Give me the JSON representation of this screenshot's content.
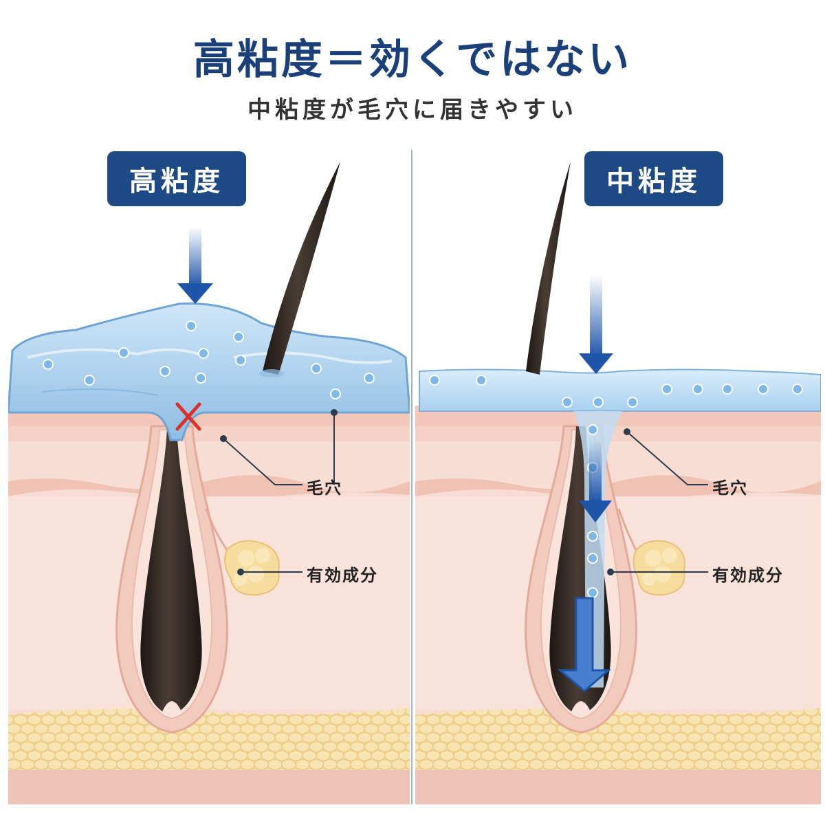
{
  "header": {
    "title": "高粘度＝効くではない",
    "subtitle": "中粘度が毛穴に届きやすい"
  },
  "left_panel": {
    "badge": "高粘度",
    "pore_label": "毛穴",
    "ingredient_label": "有効成分"
  },
  "right_panel": {
    "badge": "中粘度",
    "pore_label": "毛穴",
    "ingredient_label": "有効成分"
  },
  "colors": {
    "navy": "#1d4a85",
    "arrow_blue": "#1f55a8",
    "gel_blue": "#a8cfee",
    "skin_pink": "#f6d6cc",
    "fat_yellow": "#f5d99a",
    "hair": "#2c2420",
    "cross_red": "#d9302a"
  }
}
